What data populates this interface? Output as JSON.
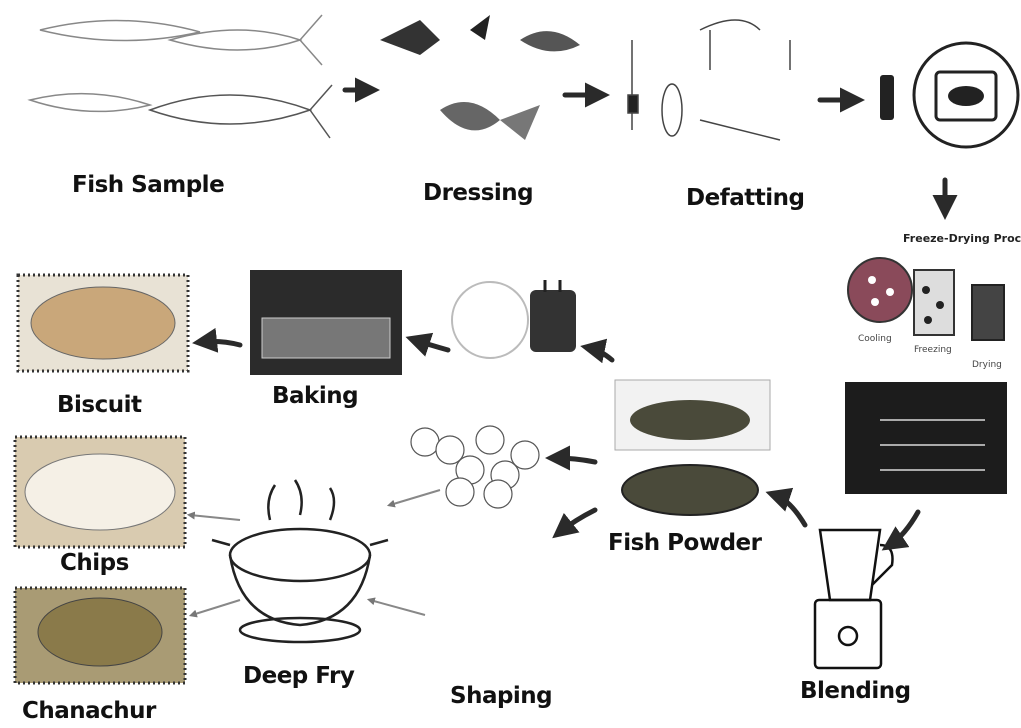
{
  "labels": {
    "fish_sample": "Fish Sample",
    "dressing": "Dressing",
    "defatting": "Defatting",
    "baking": "Baking",
    "biscuit": "Biscuit",
    "chips": "Chips",
    "chanachur": "Chanachur",
    "deep_fry": "Deep Fry",
    "shaping": "Shaping",
    "fish_powder": "Fish Powder",
    "blending": "Blending"
  },
  "freeze_drying": {
    "title": "Freeze-Drying Process",
    "steps": [
      "Cooling",
      "Freezing",
      "Drying"
    ]
  },
  "colors": {
    "arrow": "#2a2a2a",
    "label": "#111111",
    "fish_powder": "#4a4a3a",
    "biscuit": "#c9a77a",
    "chips": "#d9cbb0",
    "chanachur": "#8a7a4a"
  }
}
